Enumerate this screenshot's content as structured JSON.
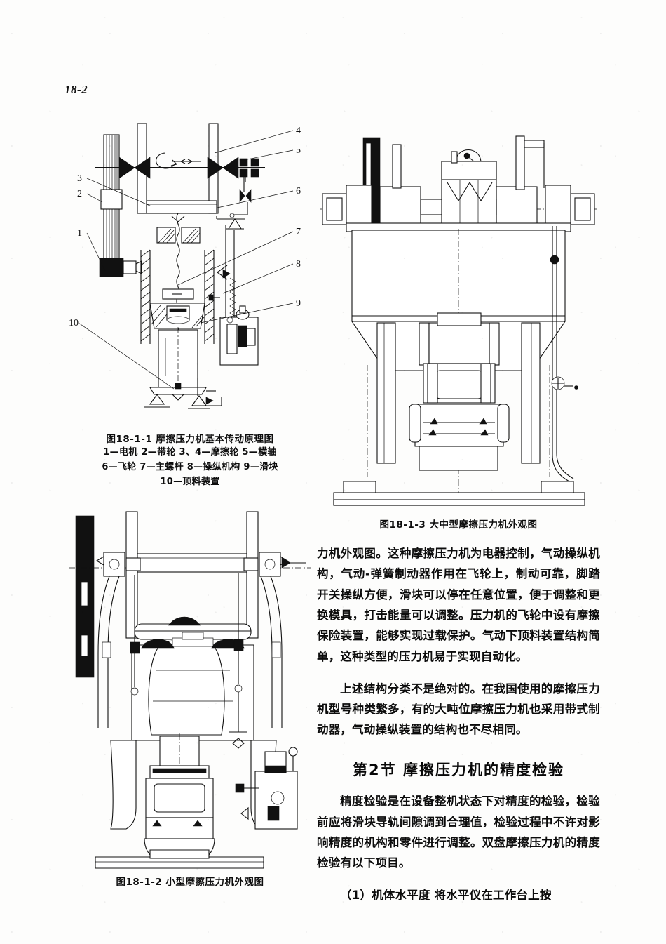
{
  "page": {
    "folio": "18-2",
    "language": "zh"
  },
  "figures": {
    "schematic": {
      "caption": "图18-1-1  摩擦压力机基本传动原理图",
      "legend_lines": [
        "1—电机   2—带轮    3、4—摩擦轮    5—横轴",
        "6—飞轮   7—主螺杆   8—操纵机构   9—滑块",
        "10—顶料装置"
      ],
      "callouts": [
        "1",
        "2",
        "3",
        "4",
        "5",
        "6",
        "7",
        "8",
        "9",
        "10"
      ],
      "parts": {
        "1": "电机",
        "2": "带轮",
        "3": "摩擦轮",
        "4": "摩擦轮",
        "5": "横轴",
        "6": "飞轮",
        "7": "主螺杆",
        "8": "操纵机构",
        "9": "滑块",
        "10": "顶料装置"
      }
    },
    "small_press": {
      "caption": "图18-1-2  小型摩擦压力机外观图"
    },
    "large_press": {
      "caption": "图18-1-3  大中型摩擦压力机外观图"
    }
  },
  "content": {
    "para_continued": "力机外观图。这种摩擦压力机为电器控制，气动操纵机构，气动-弹簧制动器作用在飞轮上，制动可靠，脚踏开关操纵方便，滑块可以停在任意位置，便于调整和更换模具，打击能量可以调整。压力机的飞轮中设有摩擦保险装置，能够实现过载保护。气动下顶料装置结构简单，这种类型的压力机易于实现自动化。",
    "para_two": "上述结构分类不是绝对的。在我国使用的摩擦压力机型号种类繁多，有的大吨位摩擦压力机也采用带式制动器，气动操纵装置的结构也不尽相同。",
    "section_heading": "第2节  摩擦压力机的精度检验",
    "para_three": "精度检验是在设备整机状态下对精度的检验，检验前应将滑块导轨间隙调到合理值，检验过程中不许对影响精度的机构和零件进行调整。双盘摩擦压力机的精度检验有以下项目。",
    "item_one": "（1）机体水平度   将水平仪在工作台上按"
  }
}
